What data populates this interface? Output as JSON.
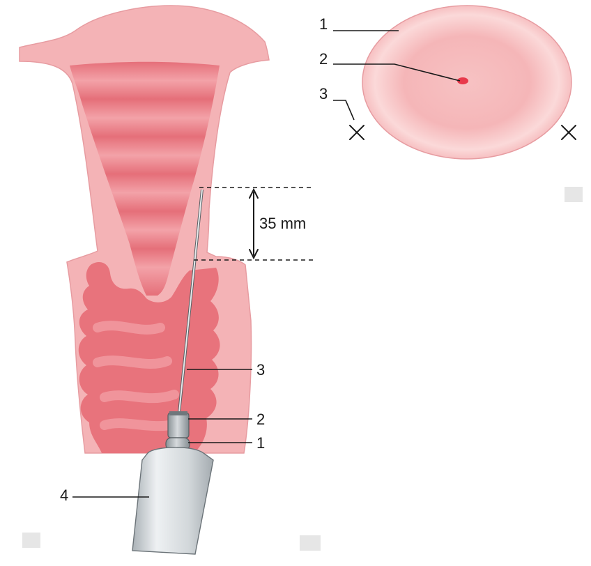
{
  "uterus_diagram": {
    "measurement_label": "35 mm",
    "labels": {
      "one": "1",
      "two": "2",
      "three": "3",
      "four": "4"
    }
  },
  "cervix_view": {
    "labels": {
      "one": "1",
      "two": "2",
      "three": "3"
    }
  },
  "colors": {
    "outer_tissue": "#f4b3b6",
    "inner_cavity": "#e8737c",
    "cavity_stripe": "#f19ca2",
    "os_dot": "#e8394b",
    "syringe": "#c9ced2"
  }
}
